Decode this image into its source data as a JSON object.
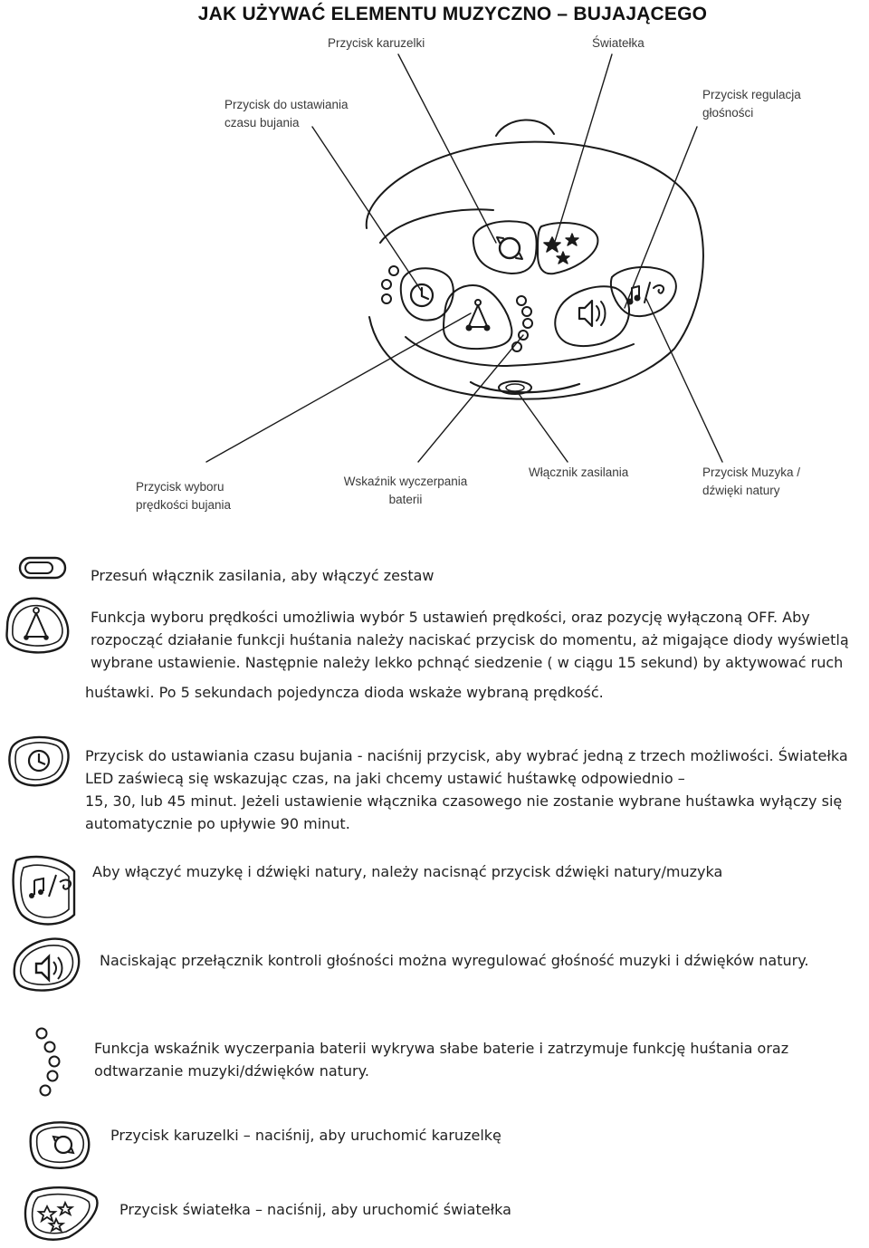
{
  "document": {
    "title": "JAK UŻYWAĆ ELEMENTU MUZYCZNO – BUJAJĄCEGO"
  },
  "diagram": {
    "labels": {
      "carousel_button": "Przycisk  karuzelki",
      "lights": "Światełka",
      "swing_time_button": [
        "Przycisk do ustawiania",
        "czasu bujania"
      ],
      "volume_button": [
        "Przycisk  regulacja",
        "głośności"
      ],
      "speed_button": [
        "Przycisk  wyboru",
        "prędkości bujania"
      ],
      "battery_indicator": [
        "Wskaźnik wyczerpania",
        "baterii"
      ],
      "power_switch": "Włącznik zasilania",
      "music_button": [
        "Przycisk Muzyka /",
        "dźwięki natury"
      ]
    },
    "icons": [
      "clock-icon",
      "swing-icon",
      "rotate-icon",
      "stars-icon",
      "speaker-icon",
      "music-nature-icon",
      "power-slider-icon",
      "battery-led-icon"
    ]
  },
  "instructions": {
    "power": [
      "Przesuń  włącznik zasilania, aby włączyć zestaw"
    ],
    "speed": [
      "Funkcja wyboru prędkości umożliwia wybór 5 ustawień prędkości, oraz pozycję wyłączoną OFF. Aby",
      "rozpocząć działanie funkcji huśtania należy naciskać przycisk do momentu, aż migające diody wyświetlą",
      "wybrane ustawienie. Następnie należy lekko pchnąć siedzenie ( w ciągu 15 sekund) by aktywować ruch",
      "huśtawki. Po 5 sekundach pojedyncza dioda wskaże  wybraną prędkość."
    ],
    "timer": [
      "Przycisk do ustawiania czasu bujania - naciśnij przycisk, aby wybrać jedną z trzech możliwości. Światełka",
      "LED zaświecą się wskazując czas, na jaki chcemy ustawić huśtawkę odpowiednio –",
      "15,  30, lub 45 minut. Jeżeli ustawienie włącznika czasowego nie zostanie wybrane huśtawka wyłączy się",
      "automatycznie po upływie 90 minut."
    ],
    "music": [
      "Aby włączyć muzykę i dźwięki natury, należy nacisnąć przycisk dźwięki natury/muzyka"
    ],
    "volume": [
      "Naciskając przełącznik kontroli głośności można wyregulować głośność muzyki i dźwięków natury."
    ],
    "battery": [
      "Funkcja wskaźnik wyczerpania baterii wykrywa słabe baterie i zatrzymuje funkcję huśtania oraz",
      "odtwarzanie muzyki/dźwięków natury."
    ],
    "carousel": [
      "Przycisk karuzelki   – naciśnij, aby uruchomić karuzelkę"
    ],
    "lights": [
      "Przycisk światełka  – naciśnij, aby uruchomić światełka"
    ]
  },
  "colors": {
    "ink": "#1a1a1a",
    "label": "#3a3a3a"
  }
}
